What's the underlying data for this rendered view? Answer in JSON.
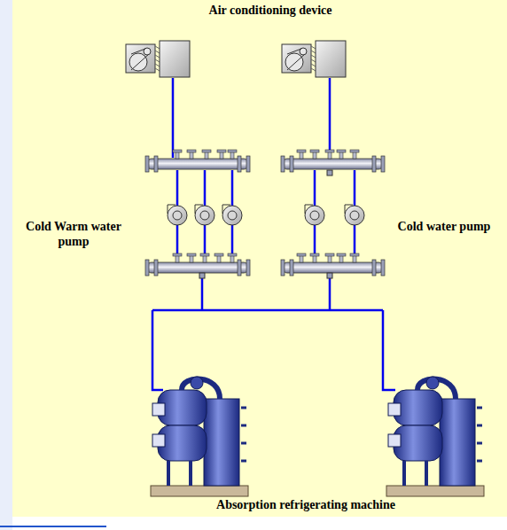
{
  "diagram": {
    "labels": [
      "Air conditioning device",
      "Cold Warm water pump",
      "Cold water pump",
      "Absorption refrigerating machine"
    ]
  }
}
